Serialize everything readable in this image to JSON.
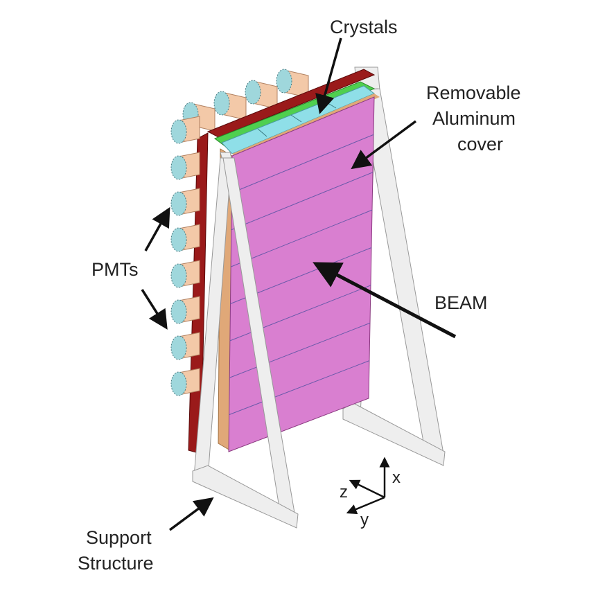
{
  "labels": {
    "crystals": "Crystals",
    "cover_line1": "Removable",
    "cover_line2": "Aluminum",
    "cover_line3": "cover",
    "pmts": "PMTs",
    "beam": "BEAM",
    "support_line1": "Support",
    "support_line2": "Structure"
  },
  "axes": {
    "x": "x",
    "y": "y",
    "z": "z"
  },
  "colors": {
    "cover": "#d97fd0",
    "crystals": "#8fdfe8",
    "green_layer": "#4fcf4f",
    "back_plate": "#9a1a1a",
    "frame": "#ececec",
    "pmt_body": "#f3c9a8",
    "pmt_cap": "#9fd7dc",
    "wood": "#e0a878"
  }
}
